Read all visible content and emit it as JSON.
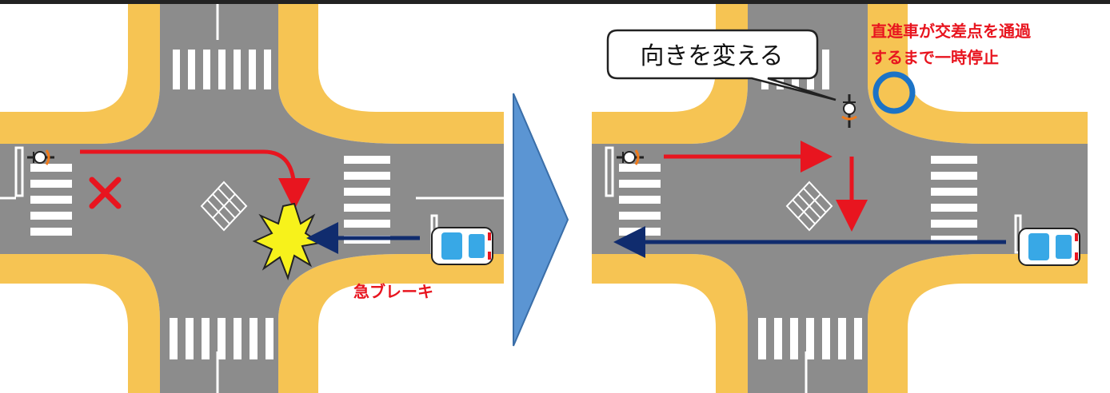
{
  "left": {
    "sudden_brake_label": "急ブレーキ"
  },
  "right": {
    "speech_bubble": "向きを変える",
    "note_line1": "直進車が交差点を通過",
    "note_line2": "するまで一時停止"
  },
  "colors": {
    "road": "#8c8c8c",
    "sidewalk": "#f6c453",
    "ground": "#ffffff",
    "arrow_red": "#e8151f",
    "arrow_navy": "#102c6e",
    "circle_blue": "#1c73c6",
    "panel_arrow": "#5b95d3"
  }
}
